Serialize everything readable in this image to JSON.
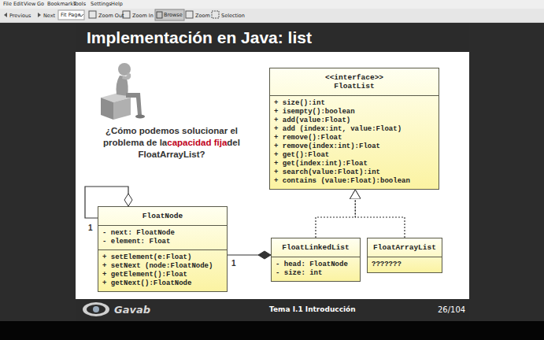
{
  "diagram": {
    "title": "Implementación en Java: list",
    "nodes": [
      {
        "text": [
          "<<interface>>",
          "FloatList",
          "+ size():int",
          "+ isempty():boolean",
          "+ add(value:Float)",
          "+ add (index:int, value:Float)",
          "+ remove():Float",
          "+ remove(index:int):Float",
          "+ get():Float",
          "+ get(index:int):Float",
          "+ search(value:Float):int",
          "+ contains (value:Float):boolean"
        ]
      },
      {
        "text": [
          "FloatNode",
          "- next: FloatNode",
          "- element: Float",
          "+ setElement(e:Float)",
          "+ setNext (node:FloatNode)",
          "+ getElement():Float",
          "+ getNext():FloatNode"
        ]
      },
      {
        "text": [
          "FloatLinkedList",
          "- head: FloatNode",
          "- size: int"
        ]
      },
      {
        "text": [
          "FloatArrayList",
          "???????"
        ]
      }
    ],
    "edges": [
      {
        "from": 2,
        "to": 0,
        "arrow": "to"
      },
      {
        "from": 3,
        "to": 0,
        "arrow": "to"
      },
      {
        "from": 1,
        "to": 1,
        "label": "1",
        "arrow": "to"
      },
      {
        "from": 1,
        "to": 2,
        "label": "1",
        "arrow": "to"
      }
    ],
    "labels": [
      "File",
      "Edit",
      "View",
      "Go",
      "Bookmarks",
      "Tools",
      "Settings",
      "Help",
      "Previous",
      "Next",
      "Fit Page",
      "Zoom Out",
      "Zoom In",
      "Browse",
      "Zoom",
      "Selection",
      "¿Cómo podemos solucionar el problema de la",
      "capacidad fija",
      "del FloatArrayList?",
      "Gavab",
      "Tema I.1 Introducción",
      "26/104"
    ]
  }
}
